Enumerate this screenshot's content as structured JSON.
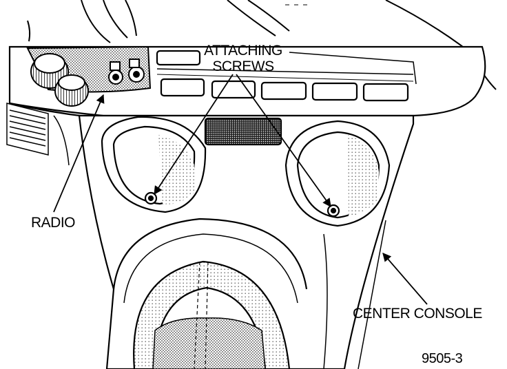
{
  "labels": {
    "attaching_screws_line1": "ATTACHING",
    "attaching_screws_line2": "SCREWS",
    "radio": "RADIO",
    "center_console": "CENTER CONSOLE",
    "figure_number": "9505-3"
  },
  "colors": {
    "ink": "#000000",
    "paper": "#ffffff",
    "stipple": "#8a8a8a"
  }
}
